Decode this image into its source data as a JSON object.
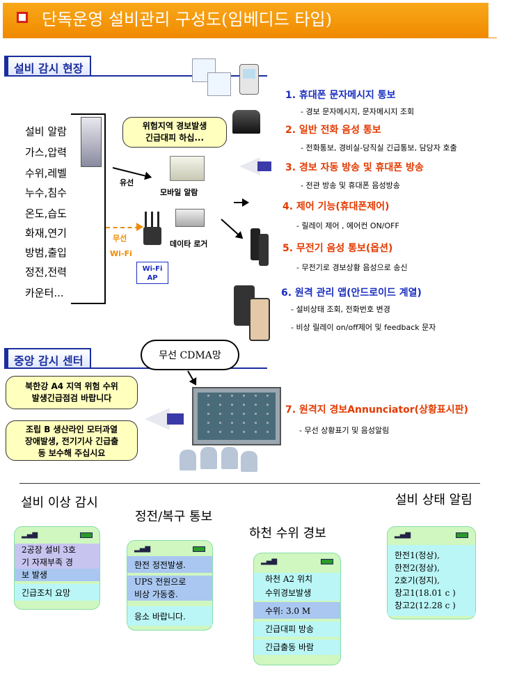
{
  "title": "단독운영 설비관리 구성도(임베디드 타입)",
  "sections": {
    "field": "설비 감시 현장",
    "center": "중앙 감시 센터"
  },
  "sensors": [
    "설비 알람",
    "가스,압력",
    "수위,레벨",
    "누수,침수",
    "온도,습도",
    "화재,연기",
    "방범,출입",
    "정전,전력",
    "카운터..."
  ],
  "labels": {
    "wired": "유선",
    "wireless": "무선",
    "wifi": "Wi-Fi",
    "wifi_ap_line1": "Wi-Fi",
    "wifi_ap_line2": "AP",
    "mobile_alarm": "모바일 알람",
    "data_logger": "데이타 로거",
    "cdma": "무선 CDMA망"
  },
  "callouts": {
    "danger": [
      "위험지역 경보발생",
      "긴급대피 하십..."
    ],
    "river": [
      "북한강 A4 지역 위험 수위",
      "발생긴급점검 바랍니다"
    ],
    "assembly": [
      "조립 B 생산라인 모터과열",
      "장애발생, 전기기사 긴급출",
      "동 보수해 주십시요"
    ]
  },
  "features": [
    {
      "title": "1. 휴대폰 문자메시지 통보",
      "sub": "- 경보 문자메시지, 문자메시지 조회",
      "color": "blue"
    },
    {
      "title": "2. 일반 전화 음성 통보",
      "sub": "- 전화통보, 경비실-당직실 긴급통보, 담당자 호출",
      "color": "red"
    },
    {
      "title": "3. 경보 자동 방송 및 휴대폰 방송",
      "sub": "- 전관 방송 및 휴대폰 음성방송",
      "color": "red"
    },
    {
      "title": "4. 제어 기능(휴대폰제어)",
      "sub": "- 릴레이 제어 , 에어컨 ON/OFF",
      "color": "red"
    },
    {
      "title": "5. 무전기 음성 통보(옵션)",
      "sub": "- 무전기로 경보상황 음성으로 송신",
      "color": "red"
    },
    {
      "title": "6. 원격 관리 앱(안드로이드 계열)",
      "sub": "- 설비상태 조회, 전화번호 변경",
      "sub2": "- 비상 릴레이 on/off제어 및 feedback 문자",
      "color": "blue"
    },
    {
      "title": "7. 원격지 경보Annunciator(상황표시판)",
      "sub": "- 무선 상황표기 및 음성알림",
      "color": "red"
    }
  ],
  "phones": [
    {
      "label": "설비 이상 감시",
      "lines": [
        "2공장 설비 3호",
        "기 자재부족 경",
        "보 발생",
        "긴급조치 요망"
      ]
    },
    {
      "label": "정전/복구 통보",
      "lines": [
        "한전 정전발생.",
        "UPS 전원으로",
        "비상 가동중.",
        "응소 바랍니다."
      ]
    },
    {
      "label": "하천 수위 경보",
      "lines": [
        "하천 A2 위치",
        "수위경보발생",
        "수위: 3.0 M",
        "긴급대피 방송",
        "긴급출동 바람"
      ]
    },
    {
      "label": "설비 상태 알림",
      "lines": [
        "한전1(정상),",
        "한전2(정상),",
        "2호기(정지),",
        "창고1(18.01 c )",
        "창고2(12.28 c )"
      ]
    }
  ],
  "colors": {
    "banner": "#f08a00",
    "section": "#1a2e9e",
    "phone_bg": "#cff7bf",
    "callout_bg": "#ffffbe"
  }
}
